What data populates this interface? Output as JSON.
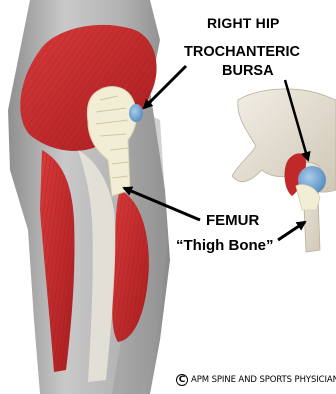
{
  "labels": {
    "right_hip": "RIGHT HIP",
    "trochanteric": "TROCHANTERIC",
    "bursa": "BURSA",
    "femur": "FEMUR",
    "thigh_bone": "“Thigh Bone”",
    "copyright_symbol": "C",
    "copyright_text": "APM SPINE AND SPORTS PHYSICIANS"
  },
  "colors": {
    "muscle": "#c0282a",
    "bone": "#efe8d8",
    "tendon": "#f1ecd2",
    "bursa": "#6fa6d3",
    "skin": "#b8b8b8",
    "arrow": "#000000"
  }
}
